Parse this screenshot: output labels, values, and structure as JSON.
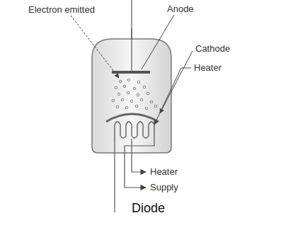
{
  "diagram": {
    "caption": "Diode",
    "labels": [
      "Electron emitted",
      "Anode",
      "Cathode",
      "Heater",
      "Heater",
      "Supply"
    ]
  }
}
